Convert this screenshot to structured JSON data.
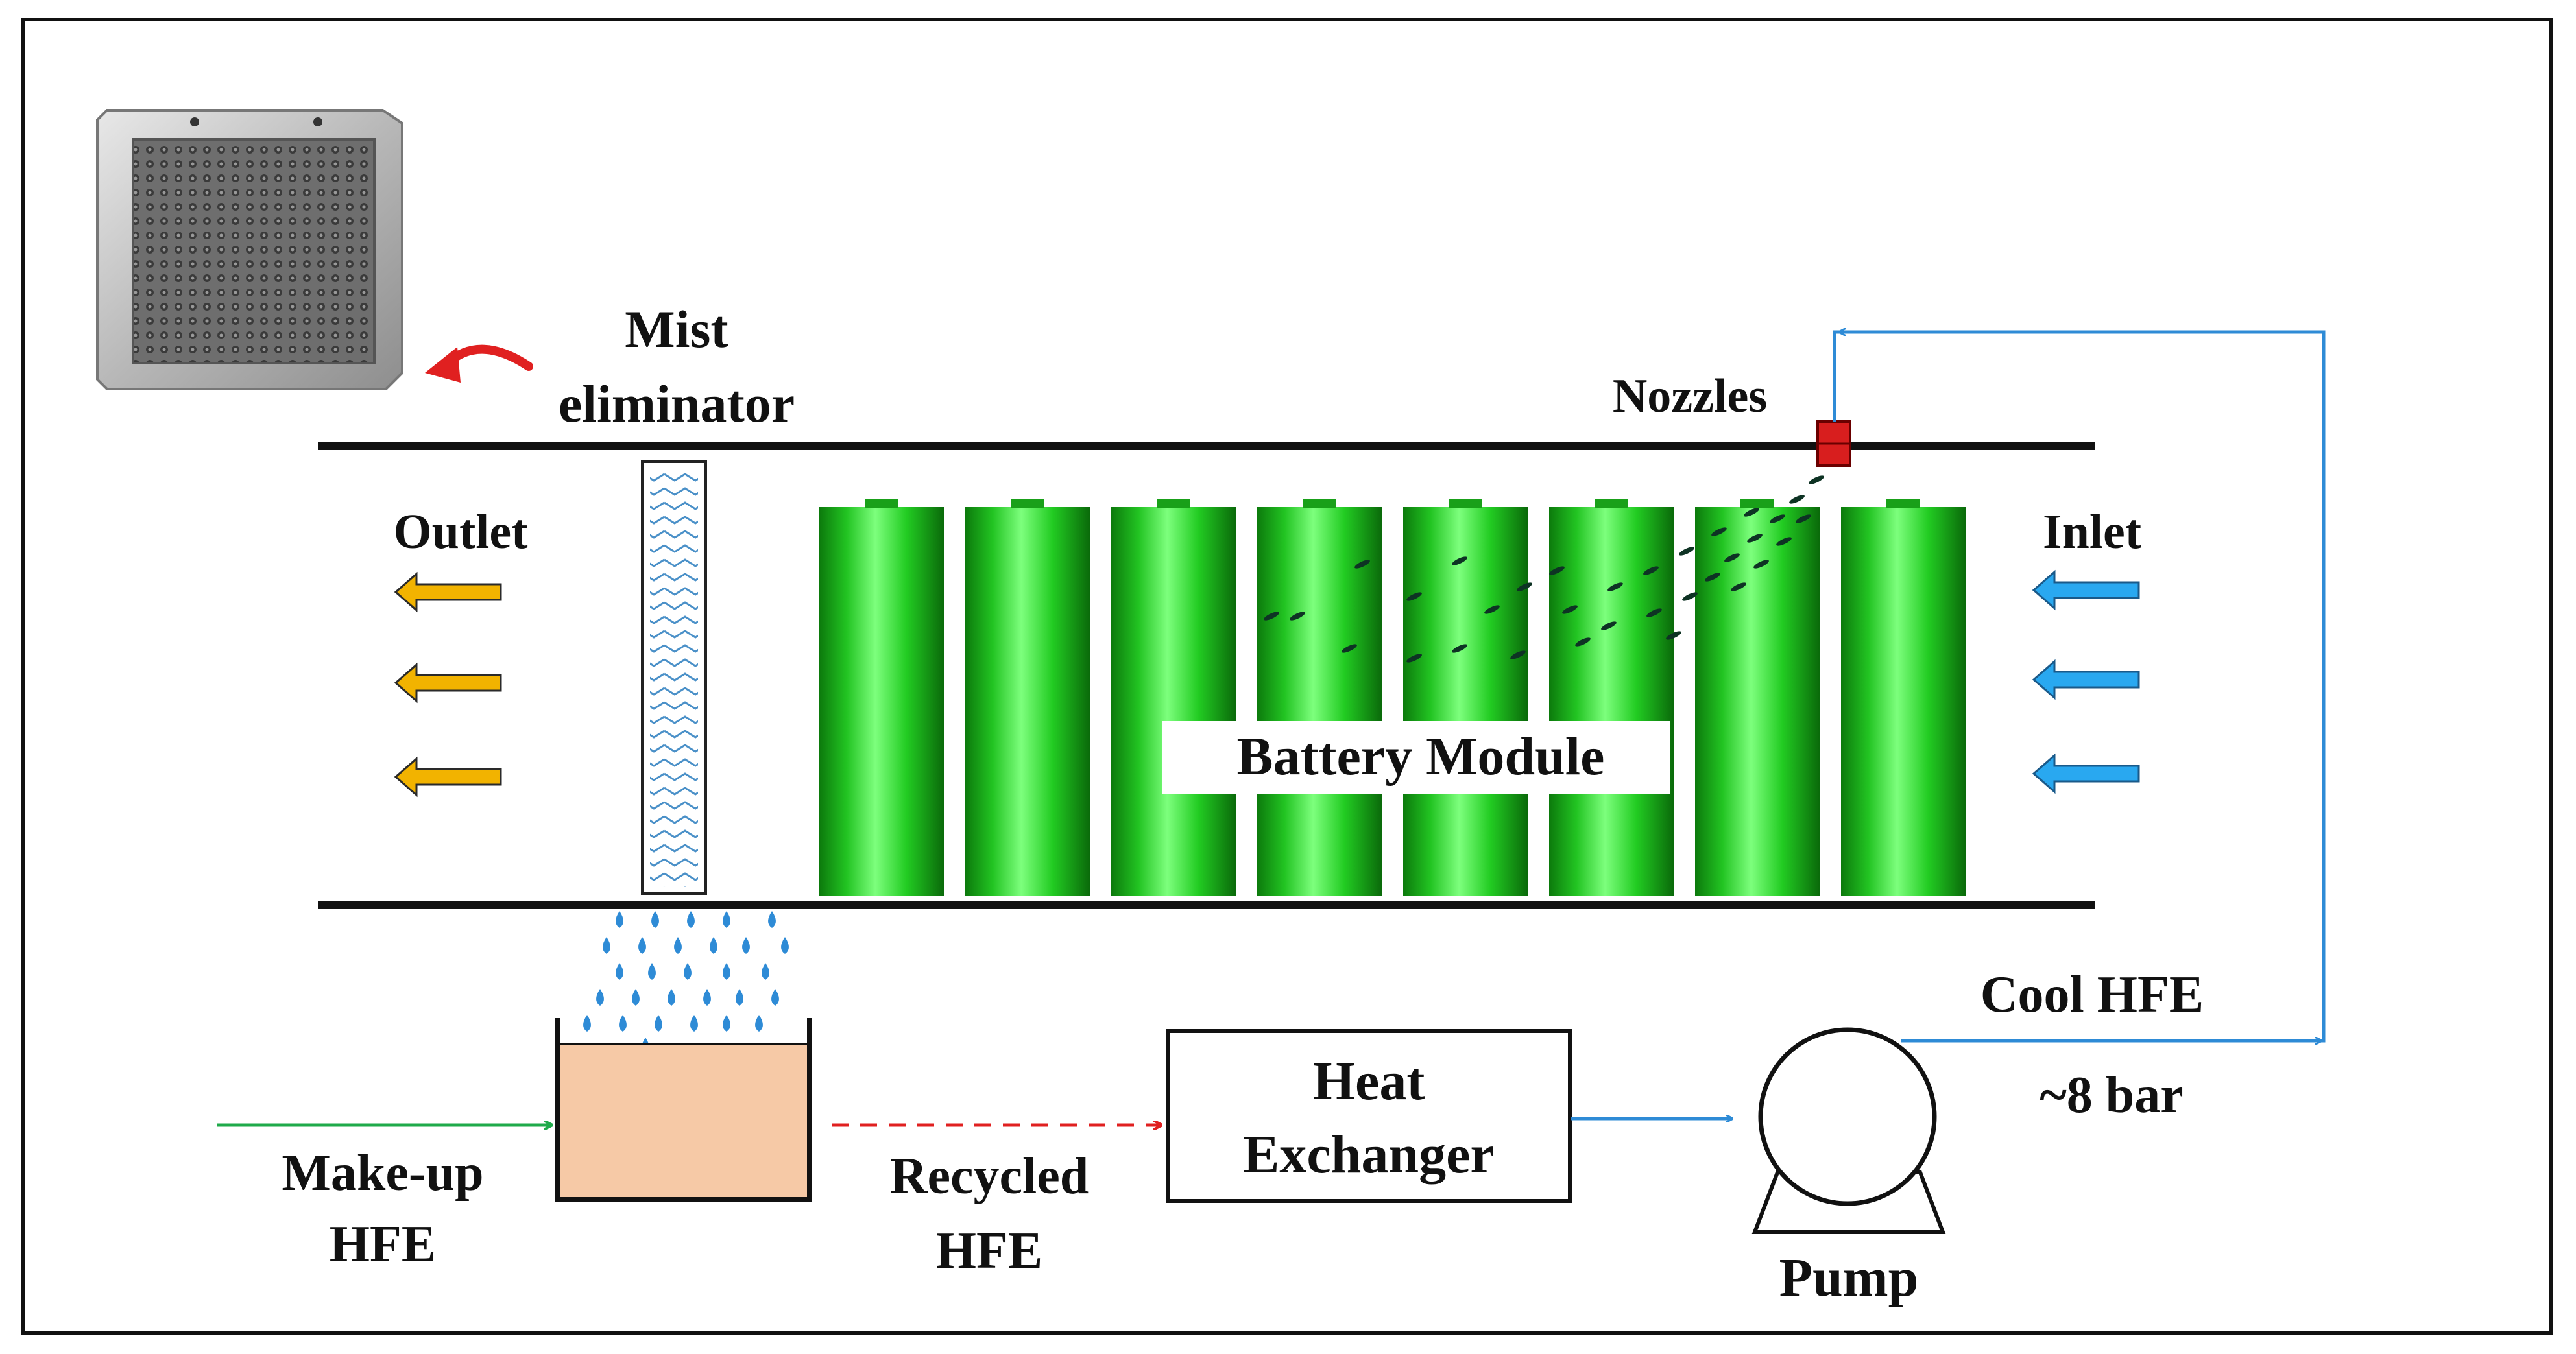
{
  "labels": {
    "mist_eliminator_line1": "Mist",
    "mist_eliminator_line2": "eliminator",
    "nozzles": "Nozzles",
    "outlet": "Outlet",
    "inlet": "Inlet",
    "battery_module": "Battery Module",
    "cool_hfe": "Cool HFE",
    "pressure": "~8 bar",
    "heat_exchanger_line1": "Heat",
    "heat_exchanger_line2": "Exchanger",
    "pump": "Pump",
    "makeup_line1": "Make-up",
    "makeup_line2": "HFE",
    "recycled_line1": "Recycled",
    "recycled_line2": "HFE"
  },
  "colors": {
    "battery_green": "#22cc22",
    "coolant_blue": "#2e8bd6",
    "outlet_arrow": "#f2b300",
    "inlet_arrow": "#29a8f0",
    "nozzle_red": "#d81e1e",
    "makeup_green": "#1faa4a",
    "recycled_red": "#e02020",
    "reservoir_fill": "#f6c9a6"
  },
  "icons": {
    "filter_photo": "mist-eliminator-filter-icon",
    "pointer": "curved-red-arrow-icon",
    "pump": "pump-icon"
  },
  "battery_cell_count": 8
}
